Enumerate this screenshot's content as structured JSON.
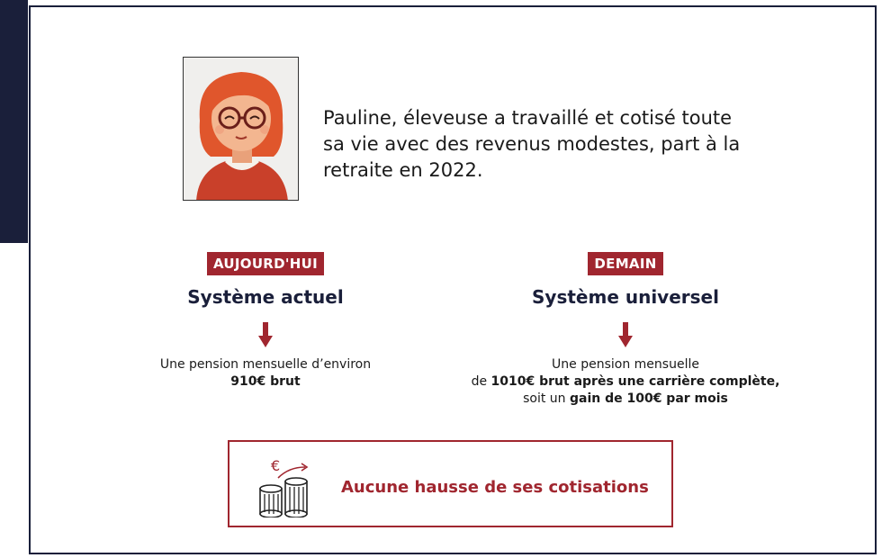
{
  "intro": {
    "line1": "Pauline, éleveuse a travaillé et cotisé toute",
    "line2": "sa vie avec des revenus modestes, part à la",
    "line3": "retraite en 2022."
  },
  "left": {
    "tag": "AUJOURD'HUI",
    "title": "Système actuel",
    "desc_line1": "Une pension mensuelle d’environ",
    "desc_bold": "910€ brut"
  },
  "right": {
    "tag": "DEMAIN",
    "title": "Système universel",
    "desc_line1": "Une pension mensuelle",
    "desc_pre2": "de ",
    "desc_bold2": "1010€ brut après une carrière complète,",
    "desc_pre3": "soit un ",
    "desc_bold3": "gain de 100€ par mois"
  },
  "box": {
    "text": "Aucune hausse de ses cotisations",
    "icon": "coins-euro-icon",
    "currency": "€"
  },
  "colors": {
    "accent": "#a0262f",
    "navy": "#1a1f3a"
  }
}
